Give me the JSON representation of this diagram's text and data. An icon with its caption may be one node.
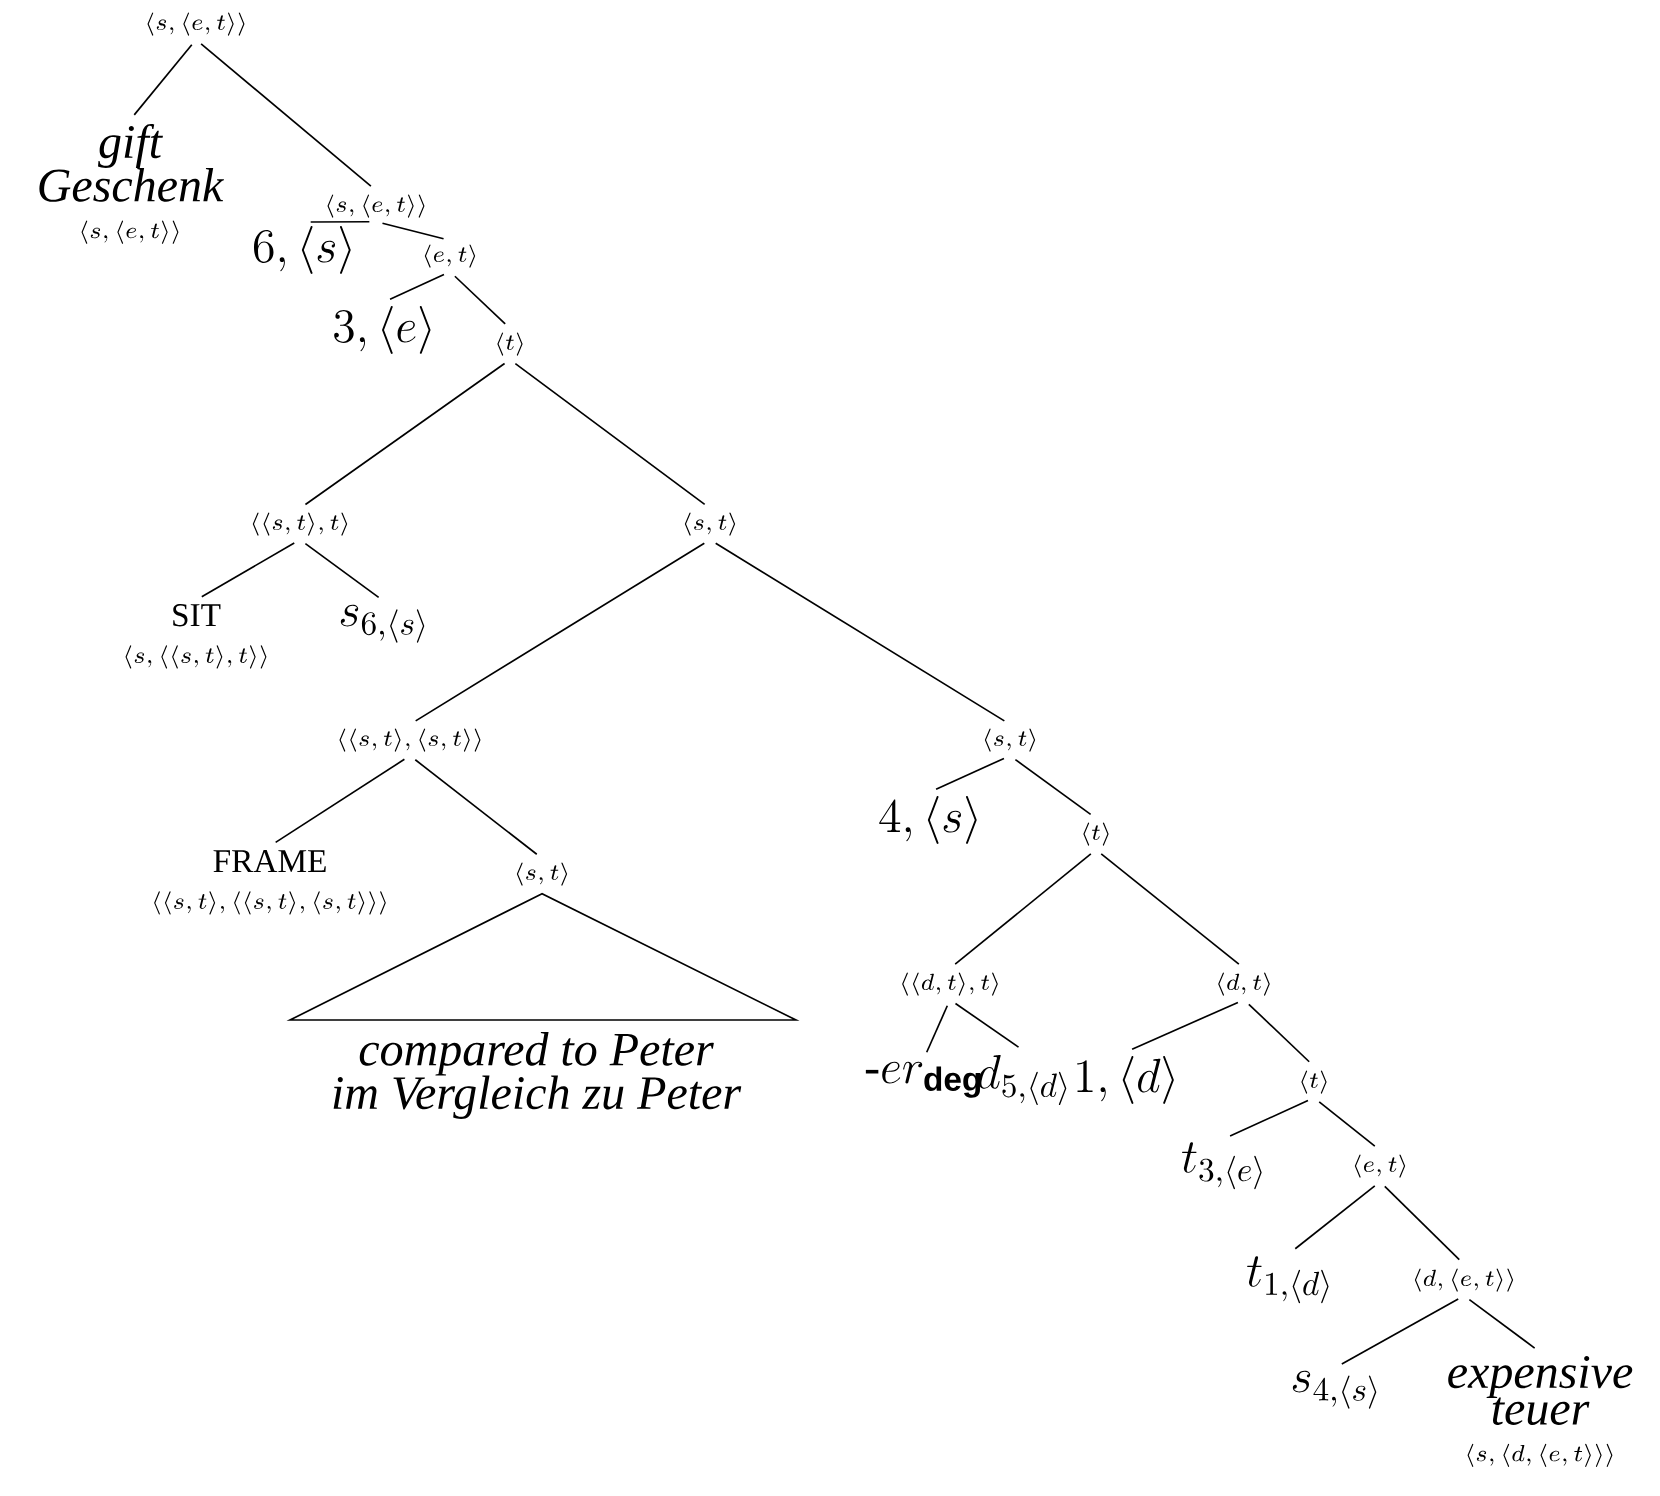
{
  "diagram": {
    "nodes": [
      {
        "text": [
          "\\langle s,\\langle e,t\\rangle\\rangle"
        ]
      },
      {
        "text": [
          "gift",
          "Geschenk",
          "\\langle s,\\langle e,t\\rangle\\rangle"
        ]
      },
      {
        "text": [
          "\\langle s,\\langle e,t\\rangle\\rangle"
        ]
      },
      {
        "text": [
          "6,\\langle s\\rangle"
        ]
      },
      {
        "text": [
          "\\langle e,t\\rangle"
        ]
      },
      {
        "text": [
          "3,\\langle e\\rangle"
        ]
      },
      {
        "text": [
          "\\langle t\\rangle"
        ]
      },
      {
        "text": [
          "\\langle\\langle s,t\\rangle,t\\rangle"
        ]
      },
      {
        "text": [
          "\\langle s,t\\rangle"
        ]
      },
      {
        "text": [
          "SIT",
          "\\langle s,\\langle\\langle s,t\\rangle,t\\rangle\\rangle"
        ]
      },
      {
        "text": [
          "s_{6,\\langle s\\rangle}"
        ]
      },
      {
        "text": [
          "\\langle\\langle s,t\\rangle,\\langle s,t\\rangle\\rangle"
        ]
      },
      {
        "text": [
          "\\langle s,t\\rangle"
        ]
      },
      {
        "text": [
          "FRAME",
          "\\langle\\langle s,t\\rangle,\\langle\\langle s,t\\rangle,\\langle s,t\\rangle\\rangle\\rangle"
        ]
      },
      {
        "text": [
          "\\langle s,t\\rangle"
        ]
      },
      {
        "text": [
          "compared to Peter",
          "im Vergleich zu Peter"
        ]
      },
      {
        "text": [
          "4,\\langle s\\rangle"
        ]
      },
      {
        "text": [
          "\\langle t\\rangle"
        ]
      },
      {
        "text": [
          "\\langle\\langle d,t\\rangle,t\\rangle"
        ]
      },
      {
        "text": [
          "\\langle d,t\\rangle"
        ]
      },
      {
        "text": [
          "\\mbox{-}er_{\\textsf{\\textbf{deg}}}"
        ]
      },
      {
        "text": [
          "d_{5,\\langle d\\rangle}"
        ]
      },
      {
        "text": [
          "1,\\langle d\\rangle"
        ]
      },
      {
        "text": [
          "\\langle t\\rangle"
        ]
      },
      {
        "text": [
          "t_{3,\\langle e\\rangle}"
        ]
      },
      {
        "text": [
          "\\langle e,t\\rangle"
        ]
      },
      {
        "text": [
          "t_{1,\\langle d\\rangle}"
        ]
      },
      {
        "text": [
          "\\langle d,\\langle e,t\\rangle\\rangle"
        ]
      },
      {
        "text": [
          "s_{4,\\langle s\\rangle}"
        ]
      },
      {
        "text": [
          "expensive",
          "teuer",
          "\\langle s,\\langle d,\\langle e,t\\rangle\\rangle\\rangle"
        ]
      }
    ],
    "edges": [
      {
        "from": 0,
        "to": 1,
        "arrow": "none"
      },
      {
        "from": 0,
        "to": 2,
        "arrow": "none"
      },
      {
        "from": 2,
        "to": 3,
        "arrow": "none"
      },
      {
        "from": 2,
        "to": 4,
        "arrow": "none"
      },
      {
        "from": 4,
        "to": 5,
        "arrow": "none"
      },
      {
        "from": 4,
        "to": 6,
        "arrow": "none"
      },
      {
        "from": 6,
        "to": 7,
        "arrow": "none"
      },
      {
        "from": 6,
        "to": 8,
        "arrow": "none"
      },
      {
        "from": 7,
        "to": 9,
        "arrow": "none"
      },
      {
        "from": 7,
        "to": 10,
        "arrow": "none"
      },
      {
        "from": 8,
        "to": 11,
        "arrow": "none"
      },
      {
        "from": 8,
        "to": 12,
        "arrow": "none"
      },
      {
        "from": 11,
        "to": 13,
        "arrow": "none"
      },
      {
        "from": 11,
        "to": 14,
        "arrow": "none"
      },
      {
        "from": 14,
        "to": 15,
        "arrow": "none"
      },
      {
        "from": 12,
        "to": 16,
        "arrow": "none"
      },
      {
        "from": 12,
        "to": 17,
        "arrow": "none"
      },
      {
        "from": 17,
        "to": 18,
        "arrow": "none"
      },
      {
        "from": 17,
        "to": 19,
        "arrow": "none"
      },
      {
        "from": 18,
        "to": 20,
        "arrow": "none"
      },
      {
        "from": 18,
        "to": 21,
        "arrow": "none"
      },
      {
        "from": 19,
        "to": 22,
        "arrow": "none"
      },
      {
        "from": 19,
        "to": 23,
        "arrow": "none"
      },
      {
        "from": 23,
        "to": 24,
        "arrow": "none"
      },
      {
        "from": 23,
        "to": 25,
        "arrow": "none"
      },
      {
        "from": 25,
        "to": 26,
        "arrow": "none"
      },
      {
        "from": 25,
        "to": 27,
        "arrow": "none"
      },
      {
        "from": 27,
        "to": 28,
        "arrow": "none"
      },
      {
        "from": 27,
        "to": 29,
        "arrow": "none"
      }
    ]
  }
}
